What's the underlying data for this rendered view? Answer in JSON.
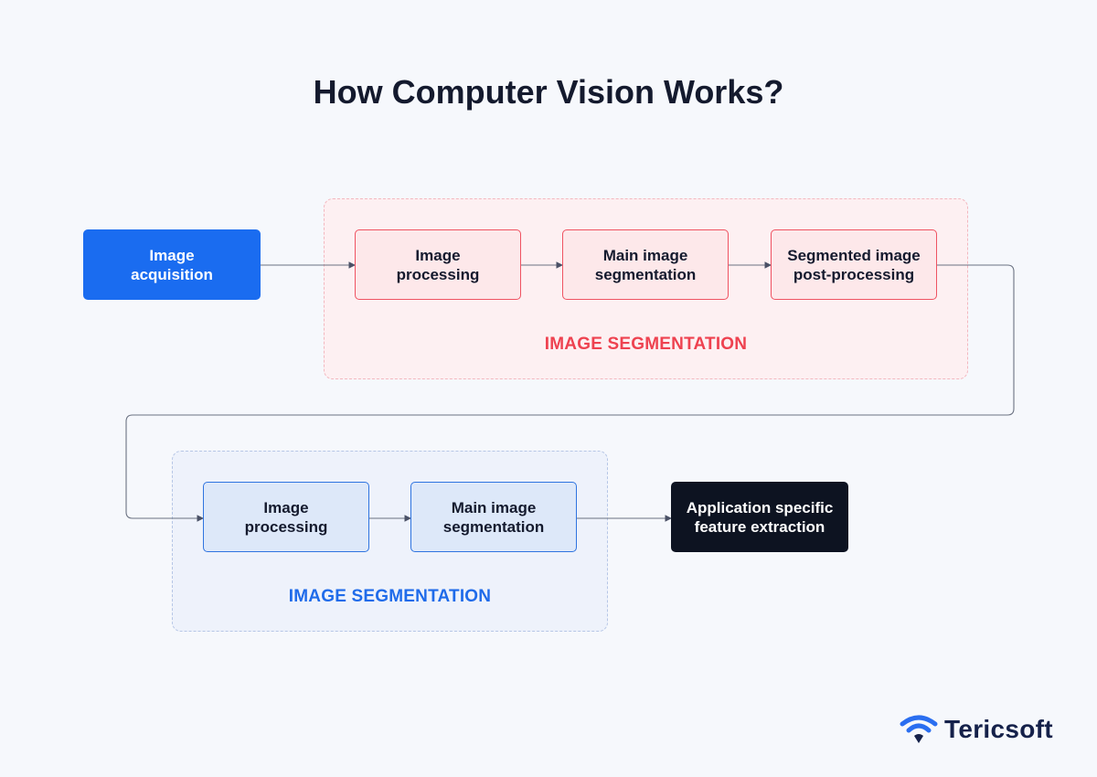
{
  "title": "How Computer Vision Works?",
  "nodes": {
    "acquisition": "Image\nacquisition",
    "top_processing": "Image\nprocessing",
    "top_segmentation": "Main image\nsegmentation",
    "top_postprocessing": "Segmented image\npost-processing",
    "bottom_processing": "Image\nprocessing",
    "bottom_segmentation": "Main image\nsegmentation",
    "feature_extraction": "Application specific\nfeature extraction"
  },
  "groups": {
    "top_label": "IMAGE SEGMENTATION",
    "bottom_label": "IMAGE SEGMENTATION"
  },
  "logo": {
    "text": "Tericsoft",
    "icon": "wifi-signal-icon"
  },
  "colors": {
    "acquisition": "#1a6cf0",
    "red_group": "#ee4250",
    "blue_group": "#1f6bea",
    "dark_node": "#0d1321"
  }
}
